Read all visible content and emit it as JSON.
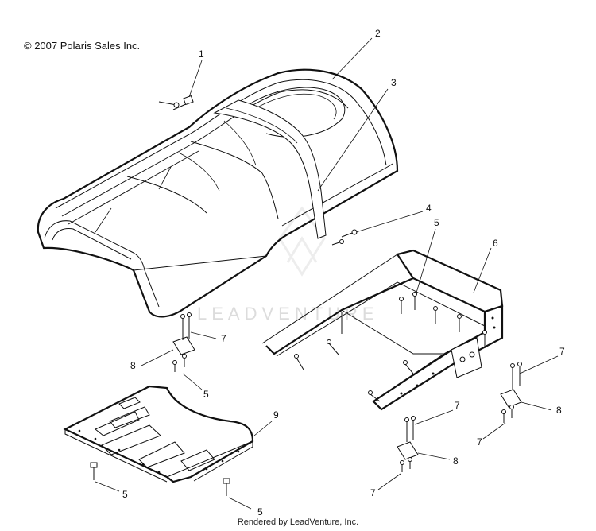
{
  "header": {
    "copyright": "© 2007 Polaris Sales Inc."
  },
  "footer": {
    "rendered_by": "Rendered by LeadVenture, Inc."
  },
  "watermark": {
    "text": "LEADVENTURE"
  },
  "callouts": {
    "c1": "1",
    "c2": "2",
    "c3": "3",
    "c4": "4",
    "c5a": "5",
    "c5b": "5",
    "c5c": "5",
    "c5d": "5",
    "c6": "6",
    "c7a": "7",
    "c7b": "7",
    "c7c": "7",
    "c7d": "7",
    "c7e": "7",
    "c8a": "8",
    "c8b": "8",
    "c8c": "8",
    "c9": "9"
  }
}
